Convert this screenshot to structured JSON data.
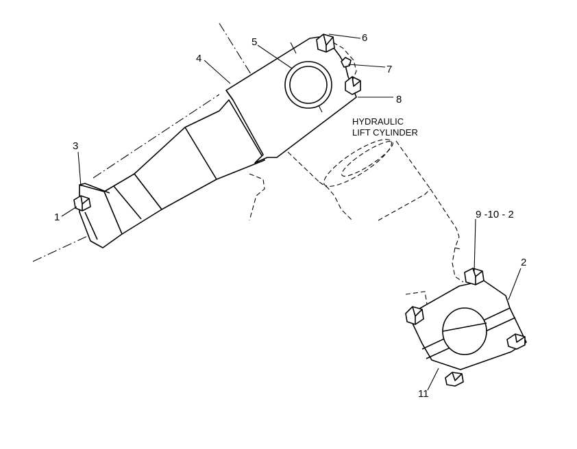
{
  "callouts": {
    "c1": "1",
    "c2": "2",
    "c3": "3",
    "c4": "4",
    "c5": "5",
    "c6": "6",
    "c7": "7",
    "c8": "8",
    "c9_10_2": "9 -10 - 2",
    "c11": "11"
  },
  "annotation": {
    "line1": "HYDRAULIC",
    "line2": "LIFT CYLINDER"
  }
}
